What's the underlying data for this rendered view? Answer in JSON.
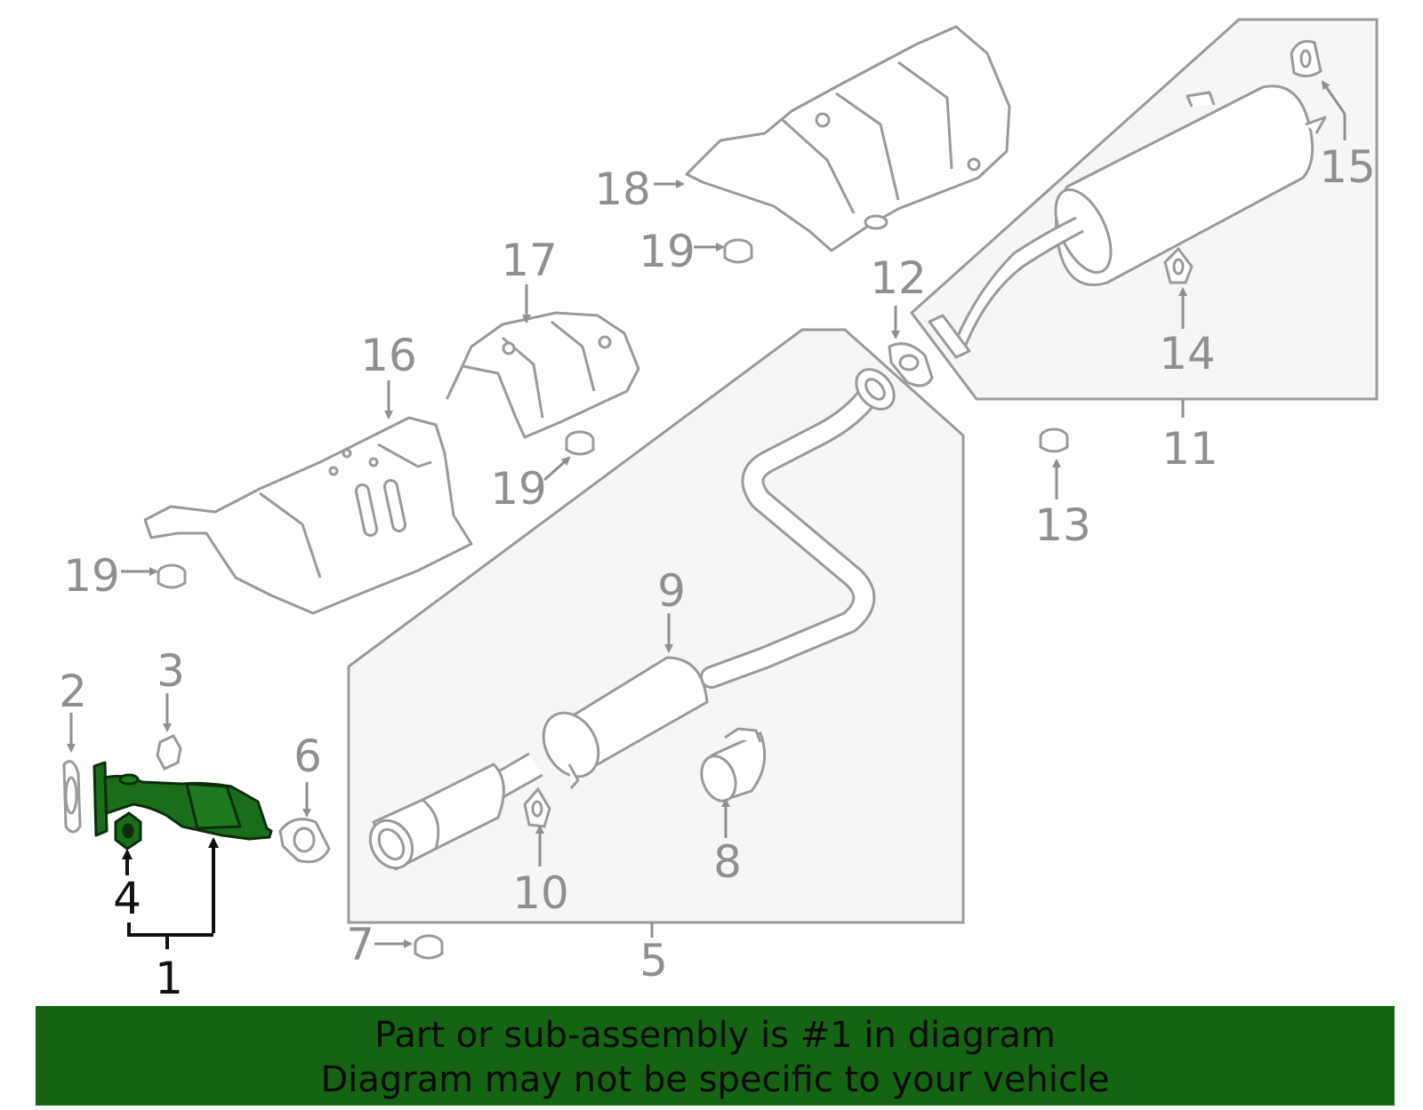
{
  "colors": {
    "line": "#9a9a9a",
    "highlight": "#1a6e1a",
    "banner": "#146414",
    "box_fill": "#f6f6f6"
  },
  "callouts": {
    "c1": "1",
    "c2": "2",
    "c3": "3",
    "c4": "4",
    "c5": "5",
    "c6": "6",
    "c7": "7",
    "c8": "8",
    "c9": "9",
    "c10": "10",
    "c11": "11",
    "c12": "12",
    "c13": "13",
    "c14": "14",
    "c15": "15",
    "c16": "16",
    "c17": "17",
    "c18": "18",
    "c19a": "19",
    "c19b": "19",
    "c19c": "19"
  },
  "banner": {
    "line1": "Part or sub-assembly is #1 in diagram",
    "line2": "Diagram may not be specific to your vehicle"
  }
}
